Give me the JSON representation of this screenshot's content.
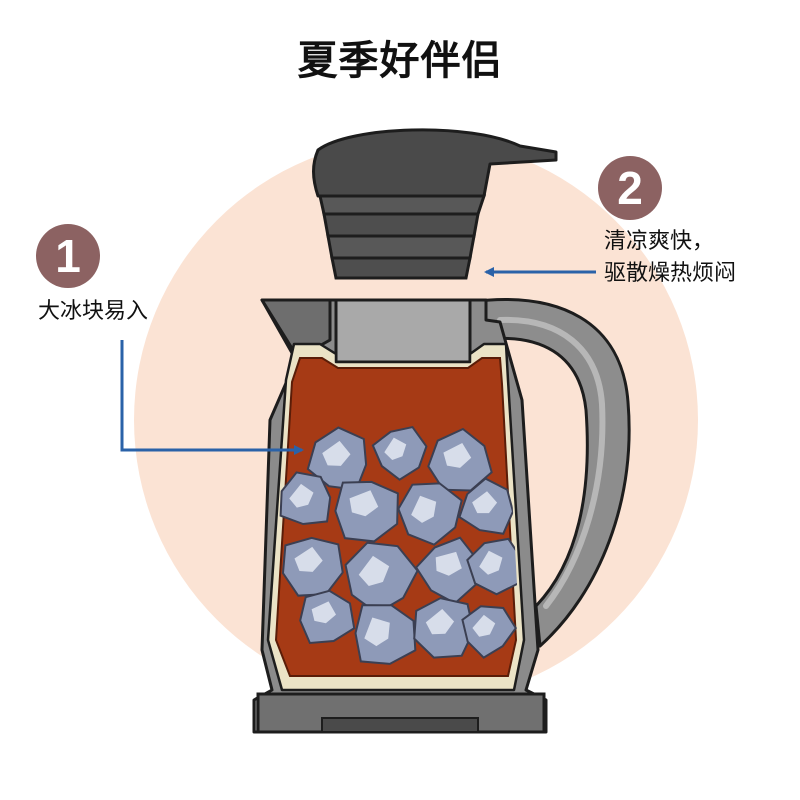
{
  "title": "夏季好伴侣",
  "callouts": [
    {
      "number": "1",
      "text": "大冰块易入"
    },
    {
      "number": "2",
      "line1": "清凉爽快，",
      "line2": "驱散燥热烦闷"
    }
  ],
  "colors": {
    "badge": "#8c6262",
    "arrow": "#2a62a8",
    "background_circle": "#fbe3d4",
    "liquid": "#a63a15",
    "body_cream": "#ebe3c6",
    "body_gray": "#8b8b8b",
    "lid_dark": "#4a4a4a"
  },
  "icons": [
    "thermos-pitcher-icon",
    "ice-cube-icon",
    "lid-icon",
    "arrow-icon"
  ]
}
